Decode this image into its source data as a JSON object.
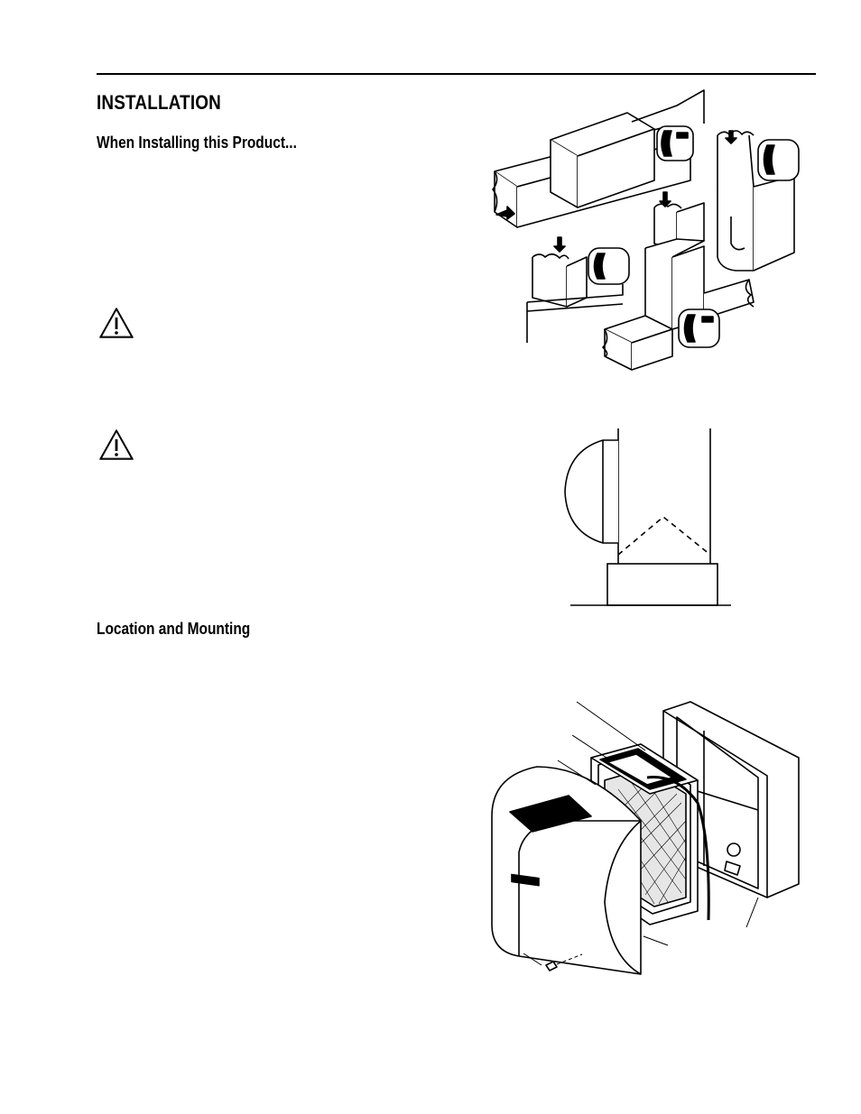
{
  "section": {
    "title": "INSTALLATION"
  },
  "subsections": {
    "installing": "When Installing this Product...",
    "location": "Location and Mounting"
  },
  "icons": {
    "warning_1": "warning-triangle-icon",
    "warning_2": "warning-triangle-icon"
  },
  "figures": {
    "fig1": "duct-mounting-positions-illustration",
    "fig2": "humidifier-on-plenum-side-view",
    "fig3": "humidifier-exploded-view"
  }
}
